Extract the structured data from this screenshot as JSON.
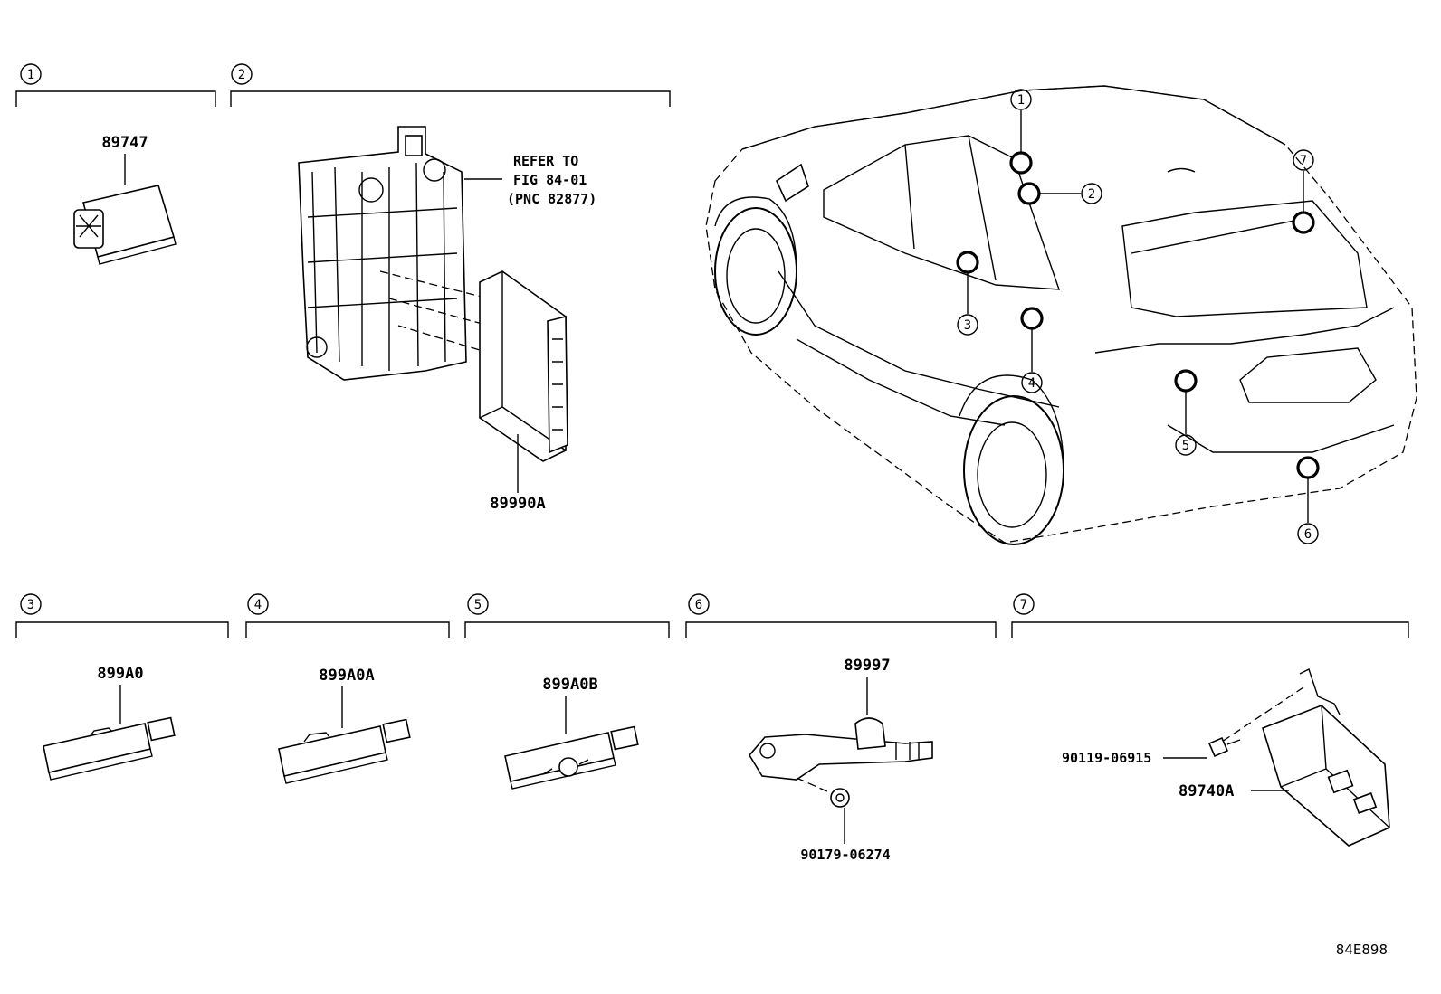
{
  "sections": [
    {
      "index": "1",
      "parts": [
        "89747"
      ]
    },
    {
      "index": "2",
      "parts": [
        "89990A"
      ],
      "note": [
        "REFER TO",
        "FIG 84-01",
        "(PNC 82877)"
      ]
    },
    {
      "index": "3",
      "parts": [
        "899A0"
      ]
    },
    {
      "index": "4",
      "parts": [
        "899A0A"
      ]
    },
    {
      "index": "5",
      "parts": [
        "899A0B"
      ]
    },
    {
      "index": "6",
      "parts": [
        "89997",
        "90179-06274"
      ]
    },
    {
      "index": "7",
      "parts": [
        "90119-06915",
        "89740A"
      ]
    }
  ],
  "vehicle_callouts": [
    "1",
    "2",
    "3",
    "4",
    "5",
    "6",
    "7"
  ],
  "diagram_code": "84E898"
}
